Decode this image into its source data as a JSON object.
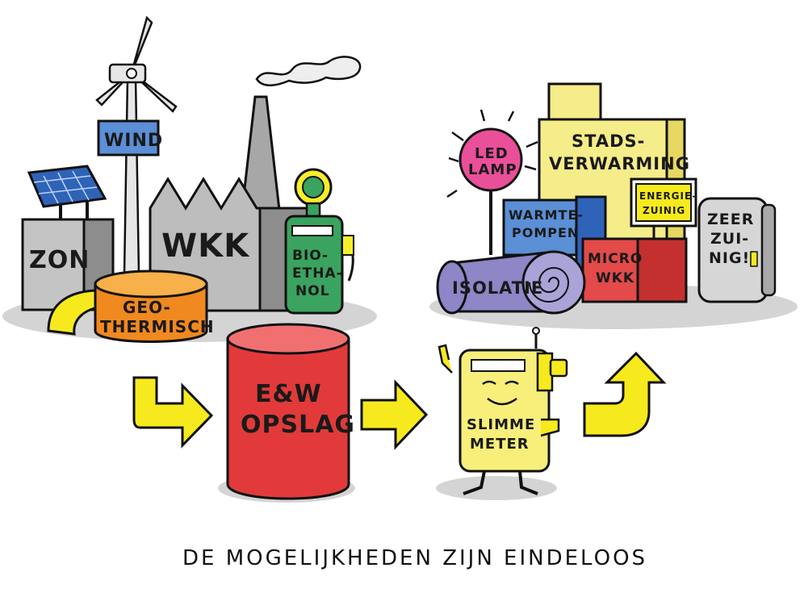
{
  "labels": {
    "wind": "WIND",
    "zon": "ZON",
    "wkk": "WKK",
    "bio_1": "BIO-",
    "bio_2": "ETHA-",
    "bio_3": "NOL",
    "geo_1": "GEO-",
    "geo_2": "THERMISCH",
    "opslag_1": "E&W",
    "opslag_2": "OPSLAG",
    "meter_1": "SLIMME",
    "meter_2": "METER",
    "led_1": "LED",
    "led_2": "LAMP",
    "stads_1": "STADS-",
    "stads_2": "VERWARMING",
    "energie_1": "ENERGIE-",
    "energie_2": "ZUINIG",
    "warmte_1": "WARMTE-",
    "warmte_2": "POMPEN",
    "isolatie": "ISOLATIE",
    "micro_1": "MICRO",
    "micro_2": "WKK",
    "zeer_1": "ZEER",
    "zeer_2": "ZUI-",
    "zeer_3": "NIG!"
  },
  "caption": "DE MOGELIJKHEDEN ZIJN EINDELOOS",
  "colors": {
    "arrow": "#f6ea1e",
    "storage": "#e23a3a",
    "geothermal": "#f0891f",
    "bioethanol": "#3aa35f",
    "meter": "#f7ef7a",
    "district_heating": "#f5ec8a",
    "heatpump": "#5b8fd6",
    "insulation": "#8d86c7",
    "micro_chp": "#e34a4a",
    "led": "#ea4f9a",
    "fridge": "#d6d6d6",
    "shadow": "#d4d4d4"
  }
}
